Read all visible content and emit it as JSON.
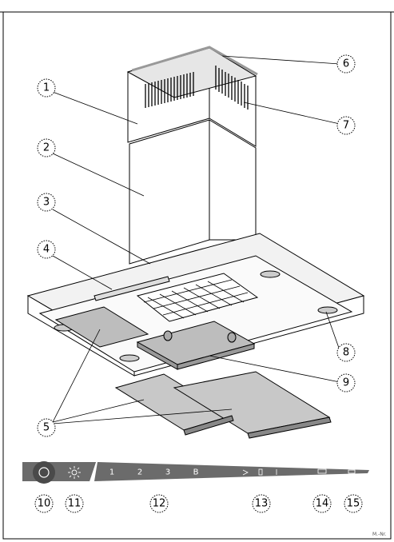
{
  "callouts": {
    "c1": "1",
    "c2": "2",
    "c3": "3",
    "c4": "4",
    "c5": "5",
    "c6": "6",
    "c7": "7",
    "c8": "8",
    "c9": "9",
    "c10": "10",
    "c11": "11",
    "c12": "12",
    "c13": "13",
    "c14": "14",
    "c15": "15"
  },
  "control_panel": {
    "speed_1": "1",
    "speed_2": "2",
    "speed_3": "3",
    "boost": "B"
  },
  "footer_code": "M.-Nr."
}
